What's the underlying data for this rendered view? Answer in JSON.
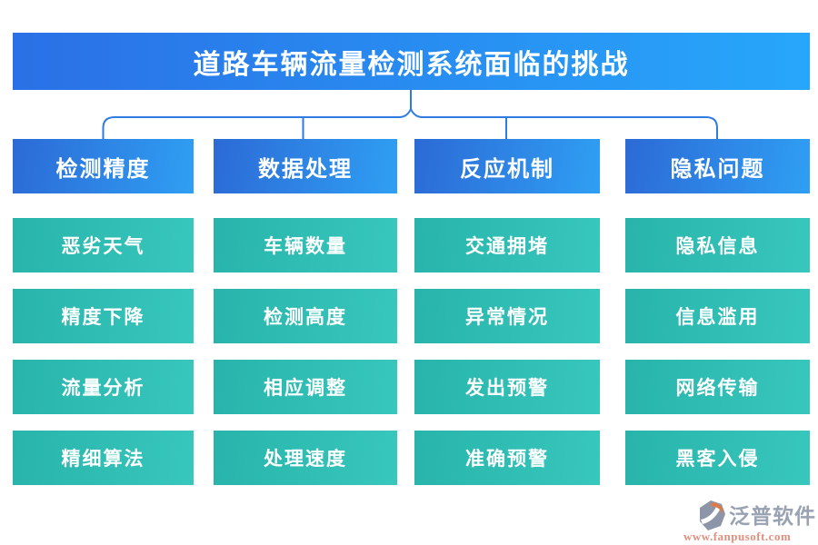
{
  "title": "道路车辆流量检测系统面临的挑战",
  "columns": [
    {
      "header": "检测精度",
      "items": [
        "恶劣天气",
        "精度下降",
        "流量分析",
        "精细算法"
      ]
    },
    {
      "header": "数据处理",
      "items": [
        "车辆数量",
        "检测高度",
        "相应调整",
        "处理速度"
      ]
    },
    {
      "header": "反应机制",
      "items": [
        "交通拥堵",
        "异常情况",
        "发出预警",
        "准确预警"
      ]
    },
    {
      "header": "隐私问题",
      "items": [
        "隐私信息",
        "信息滥用",
        "网络传输",
        "黑客入侵"
      ]
    }
  ],
  "footer": {
    "brand": "泛普软件",
    "url": "www.fanpusoft.com",
    "logo_icon": "fanpu-logo-icon"
  },
  "colors": {
    "banner_gradient_left": "#2a70e6",
    "banner_gradient_right": "#27a7fb",
    "header_gradient_left": "#2c6ad6",
    "header_gradient_right": "#2f9ff3",
    "node_gradient_left": "#28b4ab",
    "node_gradient_right": "#38c7bd",
    "connector_line": "#2f7be2",
    "text": "#ffffff",
    "brand_text": "#99a2b2",
    "url_text": "#e28f7e",
    "logo_gray": "#8d96a8",
    "logo_orange": "#e4793f"
  }
}
